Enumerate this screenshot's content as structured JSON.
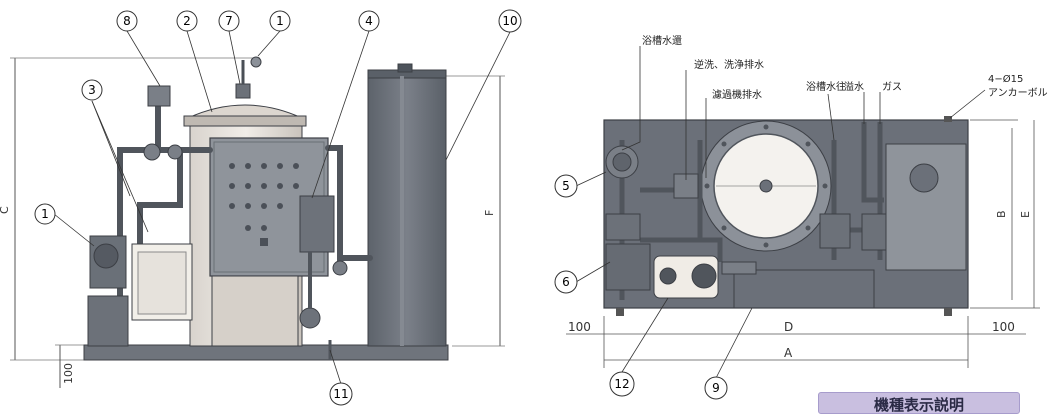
{
  "side_view": {
    "callouts": [
      "8",
      "2",
      "7",
      "1",
      "4",
      "10",
      "3",
      "1",
      "11"
    ],
    "dim_labels": {
      "height_c": "C",
      "height_f": "F",
      "base": "100"
    }
  },
  "top_view": {
    "labels": {
      "bath_return": "浴槽水還",
      "backwash_drain": "逆洗、洗浄排水",
      "filter_drain": "濾過機排水",
      "bath_supply": "浴槽水往",
      "overflow": "溢水",
      "gas": "ガス",
      "anchor_count": "4−Ø15",
      "anchor_bolt": "アンカーボルト"
    },
    "callouts": [
      "5",
      "6",
      "12",
      "9"
    ],
    "dim_labels": {
      "b": "B",
      "e": "E",
      "d": "D",
      "a": "A",
      "left_100": "100",
      "right_100": "100"
    }
  },
  "footer": {
    "model_note": "機種表示説明"
  },
  "colors": {
    "machine": "#6b7079",
    "outline": "#3c3f45",
    "panel": "#8f949b"
  }
}
